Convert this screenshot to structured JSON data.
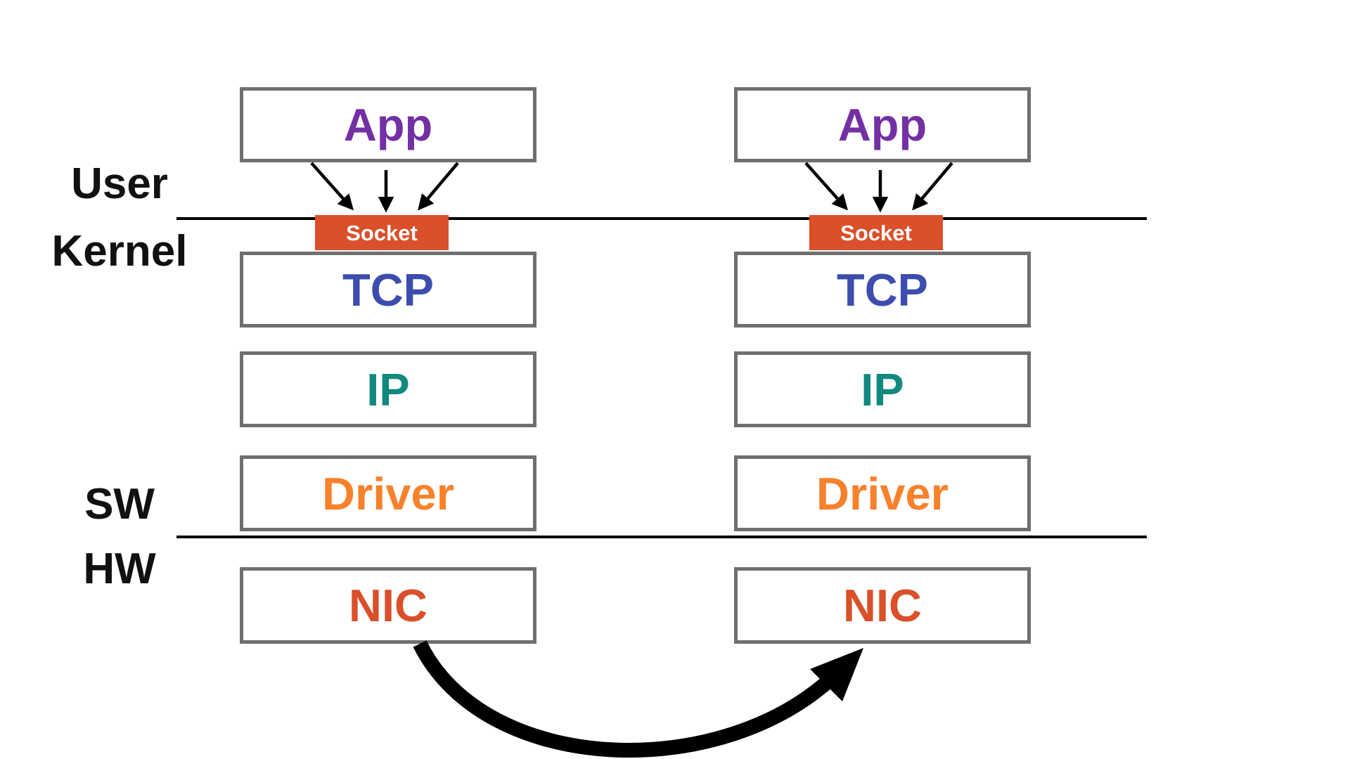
{
  "diagram": {
    "side_labels": {
      "user": "User",
      "kernel": "Kernel",
      "sw": "SW",
      "hw": "HW"
    },
    "hosts": [
      {
        "id": "host-left",
        "layers": [
          "App",
          "Socket",
          "TCP",
          "IP",
          "Driver",
          "NIC"
        ]
      },
      {
        "id": "host-right",
        "layers": [
          "App",
          "Socket",
          "TCP",
          "IP",
          "Driver",
          "NIC"
        ]
      }
    ],
    "connections": {
      "app_to_socket": "three arrows from App down into Socket (each host)",
      "nic_to_nic": "thick curved arrow from left NIC to right NIC"
    },
    "colors": {
      "app_text": "#7330a5",
      "tcp_text": "#3d4dad",
      "ip_text": "#11897e",
      "driver_text": "#f8812b",
      "nic_text": "#d9502a",
      "socket_bg": "#d9502a",
      "socket_text": "#ffffff",
      "box_border": "#6f6f6f",
      "line": "#000000",
      "background": "#ffffff"
    }
  }
}
